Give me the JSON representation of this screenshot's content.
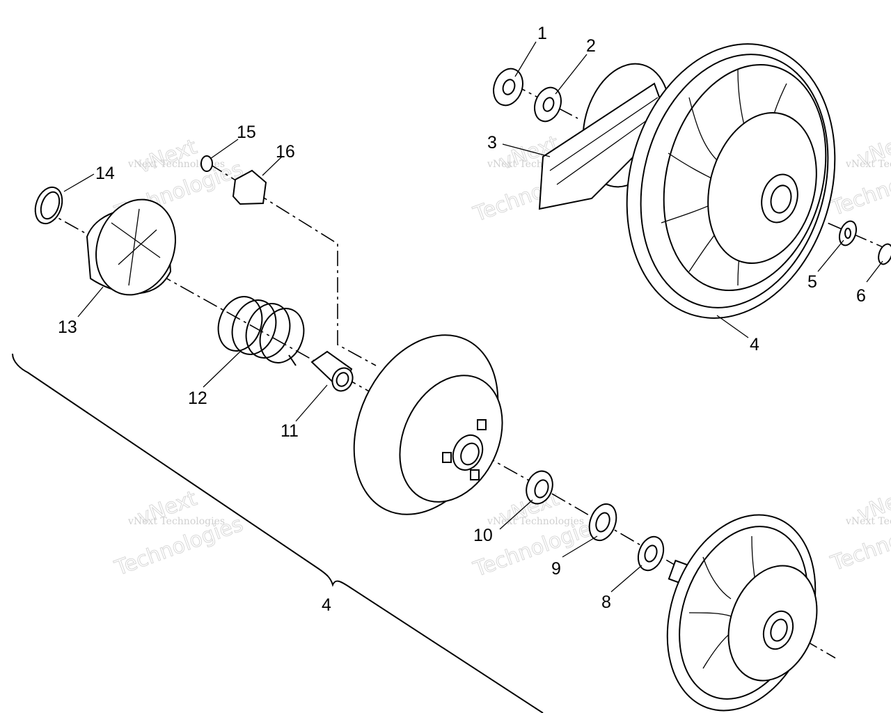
{
  "diagram": {
    "callouts": {
      "c1": "1",
      "c2": "2",
      "c3": "3",
      "c4a": "4",
      "c5": "5",
      "c6": "6",
      "c4b": "4",
      "c8": "8",
      "c9": "9",
      "c10": "10",
      "c11": "11",
      "c12": "12",
      "c13": "13",
      "c14": "14",
      "c15": "15",
      "c16": "16"
    },
    "watermark": {
      "line1": "vNext Technologies",
      "line2": "Technologies",
      "line3": "vNext"
    }
  }
}
